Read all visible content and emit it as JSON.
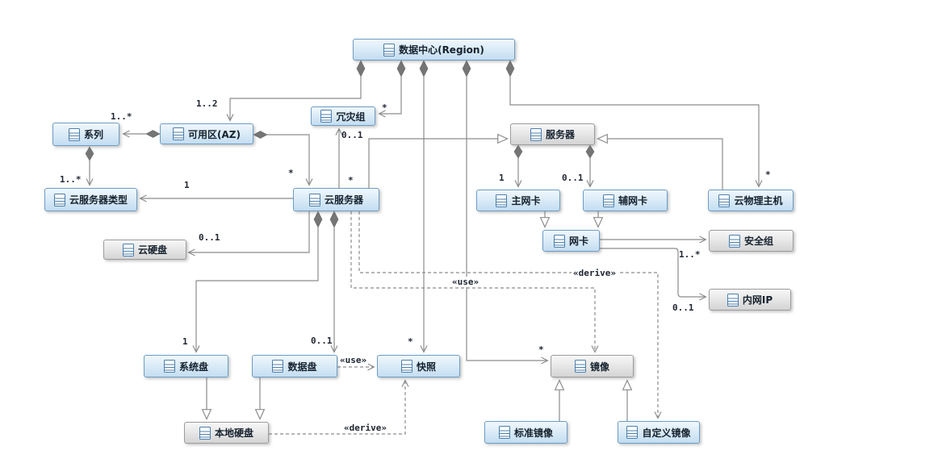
{
  "diagram_type": "uml-class-diagram",
  "nodes": {
    "datacenter": {
      "label": "数据中心(Region)"
    },
    "series": {
      "label": "系列"
    },
    "az": {
      "label": "可用区(AZ)"
    },
    "server_type": {
      "label": "云服务器类型"
    },
    "dr_group": {
      "label": "冗灾组"
    },
    "cloud_server": {
      "label": "云服务器"
    },
    "cloud_disk": {
      "label": "云硬盘"
    },
    "server": {
      "label": "服务器"
    },
    "primary_nic": {
      "label": "主网卡"
    },
    "secondary_nic": {
      "label": "辅网卡"
    },
    "cloud_physical": {
      "label": "云物理主机"
    },
    "nic": {
      "label": "网卡"
    },
    "security_group": {
      "label": "安全组"
    },
    "private_ip": {
      "label": "内网IP"
    },
    "system_disk": {
      "label": "系统盘"
    },
    "data_disk": {
      "label": "数据盘"
    },
    "snapshot": {
      "label": "快照"
    },
    "image": {
      "label": "镜像"
    },
    "local_disk": {
      "label": "本地硬盘"
    },
    "standard_image": {
      "label": "标准镜像"
    },
    "custom_image": {
      "label": "自定义镜像"
    }
  },
  "edge_labels": {
    "az_mult": "1..2",
    "series_mult": "1..*",
    "server_type_mult": "1..*",
    "server_type_one": "1",
    "az_star": "*",
    "dr_star": "*",
    "dr_01": "0..1",
    "cs_star": "*",
    "cloud_disk_01": "0..1",
    "pnic_1": "1",
    "snic_01": "0..1",
    "phys_star": "*",
    "sg_mult": "1..*",
    "ip_mult": "0..1",
    "sys_1": "1",
    "data_01": "0..1",
    "snap_star": "*",
    "img_star": "*",
    "use_top": "«use»",
    "derive_top": "«derive»",
    "use_bottom": "«use»",
    "derive_bottom": "«derive»"
  },
  "relationships": [
    {
      "from": "数据中心(Region)",
      "to": "可用区(AZ)",
      "type": "composition",
      "multiplicity": "1..2"
    },
    {
      "from": "数据中心(Region)",
      "to": "冗灾组",
      "type": "composition",
      "multiplicity": "*"
    },
    {
      "from": "数据中心(Region)",
      "to": "快照",
      "type": "composition",
      "multiplicity": "*"
    },
    {
      "from": "数据中心(Region)",
      "to": "镜像",
      "type": "composition",
      "multiplicity": "*"
    },
    {
      "from": "数据中心(Region)",
      "to": "云物理主机",
      "type": "composition",
      "multiplicity": "*"
    },
    {
      "from": "可用区(AZ)",
      "to": "系列",
      "type": "composition",
      "multiplicity": "1..*"
    },
    {
      "from": "可用区(AZ)",
      "to": "云服务器",
      "type": "composition",
      "multiplicity": "*"
    },
    {
      "from": "系列",
      "to": "云服务器类型",
      "type": "composition",
      "multiplicity": "1..*"
    },
    {
      "from": "云服务器",
      "to": "云服务器类型",
      "type": "association",
      "multiplicity": "1"
    },
    {
      "from": "云服务器",
      "to": "云硬盘",
      "type": "association",
      "multiplicity": "0..1"
    },
    {
      "from": "云服务器",
      "to": "冗灾组",
      "type": "association",
      "multiplicity": "* / 0..1"
    },
    {
      "from": "云服务器",
      "to": "服务器",
      "type": "generalization"
    },
    {
      "from": "云物理主机",
      "to": "服务器",
      "type": "generalization"
    },
    {
      "from": "服务器",
      "to": "主网卡",
      "type": "composition",
      "multiplicity": "1"
    },
    {
      "from": "服务器",
      "to": "辅网卡",
      "type": "composition",
      "multiplicity": "0..1"
    },
    {
      "from": "主网卡",
      "to": "网卡",
      "type": "generalization"
    },
    {
      "from": "辅网卡",
      "to": "网卡",
      "type": "generalization"
    },
    {
      "from": "网卡",
      "to": "安全组",
      "type": "association",
      "multiplicity": "1..*"
    },
    {
      "from": "网卡",
      "to": "内网IP",
      "type": "association",
      "multiplicity": "0..1"
    },
    {
      "from": "云服务器",
      "to": "系统盘",
      "type": "composition",
      "multiplicity": "1"
    },
    {
      "from": "云服务器",
      "to": "数据盘",
      "type": "composition",
      "multiplicity": "0..1"
    },
    {
      "from": "系统盘",
      "to": "本地硬盘",
      "type": "generalization"
    },
    {
      "from": "数据盘",
      "to": "本地硬盘",
      "type": "generalization"
    },
    {
      "from": "数据盘",
      "to": "快照",
      "type": "dependency",
      "stereotype": "«use»"
    },
    {
      "from": "本地硬盘",
      "to": "快照",
      "type": "dependency",
      "stereotype": "«derive»"
    },
    {
      "from": "云服务器",
      "to": "镜像",
      "type": "dependency",
      "stereotype": "«use»"
    },
    {
      "from": "云服务器",
      "to": "自定义镜像",
      "type": "dependency",
      "stereotype": "«derive»"
    },
    {
      "from": "标准镜像",
      "to": "镜像",
      "type": "generalization"
    },
    {
      "from": "自定义镜像",
      "to": "镜像",
      "type": "generalization"
    }
  ],
  "colors": {
    "node_blue_border": "#6d9cc4",
    "node_blue_fill_top": "#f0f7fd",
    "node_blue_fill_bottom": "#c3ddf1",
    "node_gray_border": "#9c9c9c",
    "node_gray_fill_top": "#f7f7f7",
    "node_gray_fill_bottom": "#d4d4d4",
    "edge_line": "#8c8c8c",
    "icon_blue": "#4b7fae",
    "background": "#ffffff"
  }
}
